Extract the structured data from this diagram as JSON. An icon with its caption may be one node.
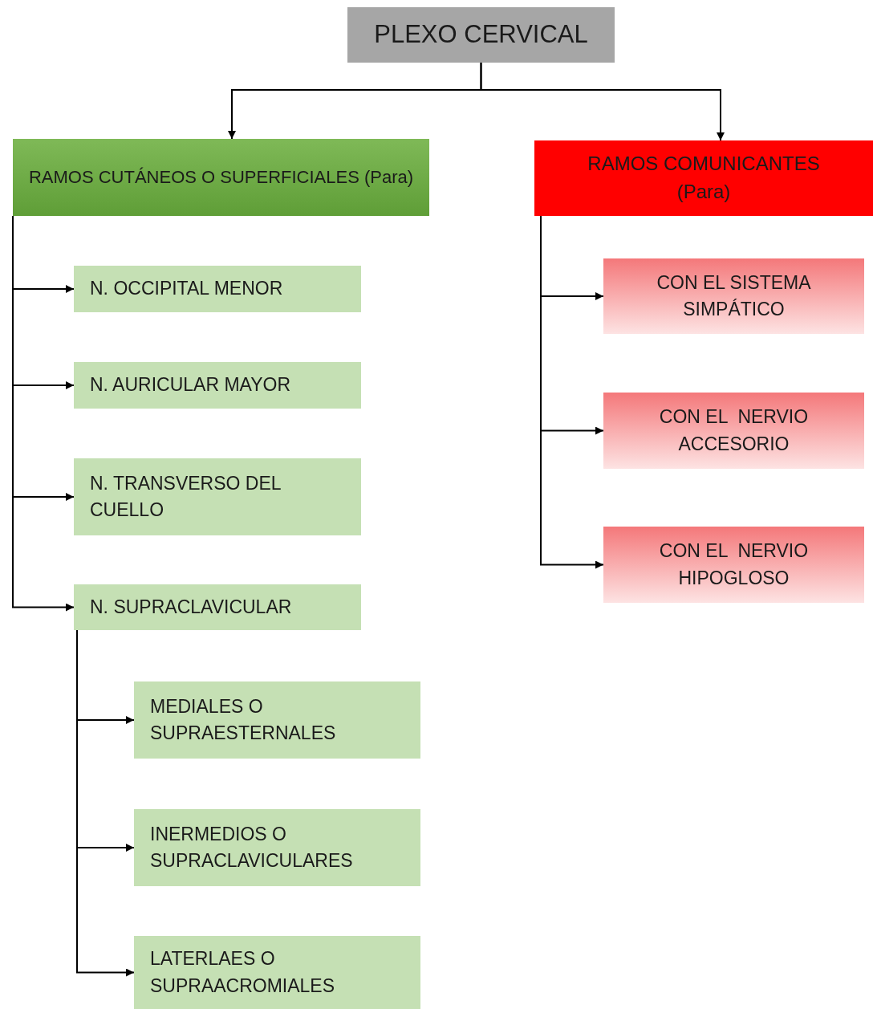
{
  "diagram": {
    "nodes": [
      {
        "text": [
          "PLEXO CERVICAL"
        ]
      },
      {
        "text": [
          "RAMOS CUTÁNEOS O SUPERFICIALES (Para)"
        ]
      },
      {
        "text": [
          "RAMOS COMUNICANTES (Para)"
        ]
      },
      {
        "text": [
          "N. OCCIPITAL MENOR"
        ]
      },
      {
        "text": [
          "N. AURICULAR MAYOR"
        ]
      },
      {
        "text": [
          "N. TRANSVERSO DEL CUELLO"
        ]
      },
      {
        "text": [
          "N. SUPRACLAVICULAR"
        ]
      },
      {
        "text": [
          "MEDIALES O SUPRAESTERNALES"
        ]
      },
      {
        "text": [
          "INERMEDIOS O SUPRACLAVICULARES"
        ]
      },
      {
        "text": [
          "LATERLAES O SUPRAACROMIALES"
        ]
      },
      {
        "text": [
          "CON EL SISTEMA SIMPÁTICO"
        ]
      },
      {
        "text": [
          "CON EL  NERVIO ACCESORIO"
        ]
      },
      {
        "text": [
          "CON EL  NERVIO HIPOGLOSO"
        ]
      }
    ],
    "edges": [
      {
        "from": 0,
        "to": 1,
        "arrow": "to"
      },
      {
        "from": 0,
        "to": 2,
        "arrow": "to"
      },
      {
        "from": 1,
        "to": 3,
        "arrow": "to"
      },
      {
        "from": 1,
        "to": 4,
        "arrow": "to"
      },
      {
        "from": 1,
        "to": 5,
        "arrow": "to"
      },
      {
        "from": 1,
        "to": 6,
        "arrow": "to"
      },
      {
        "from": 6,
        "to": 7,
        "arrow": "to"
      },
      {
        "from": 6,
        "to": 8,
        "arrow": "to"
      },
      {
        "from": 6,
        "to": 9,
        "arrow": "to"
      },
      {
        "from": 2,
        "to": 10,
        "arrow": "to"
      },
      {
        "from": 2,
        "to": 11,
        "arrow": "to"
      },
      {
        "from": 2,
        "to": 12,
        "arrow": "to"
      }
    ]
  }
}
